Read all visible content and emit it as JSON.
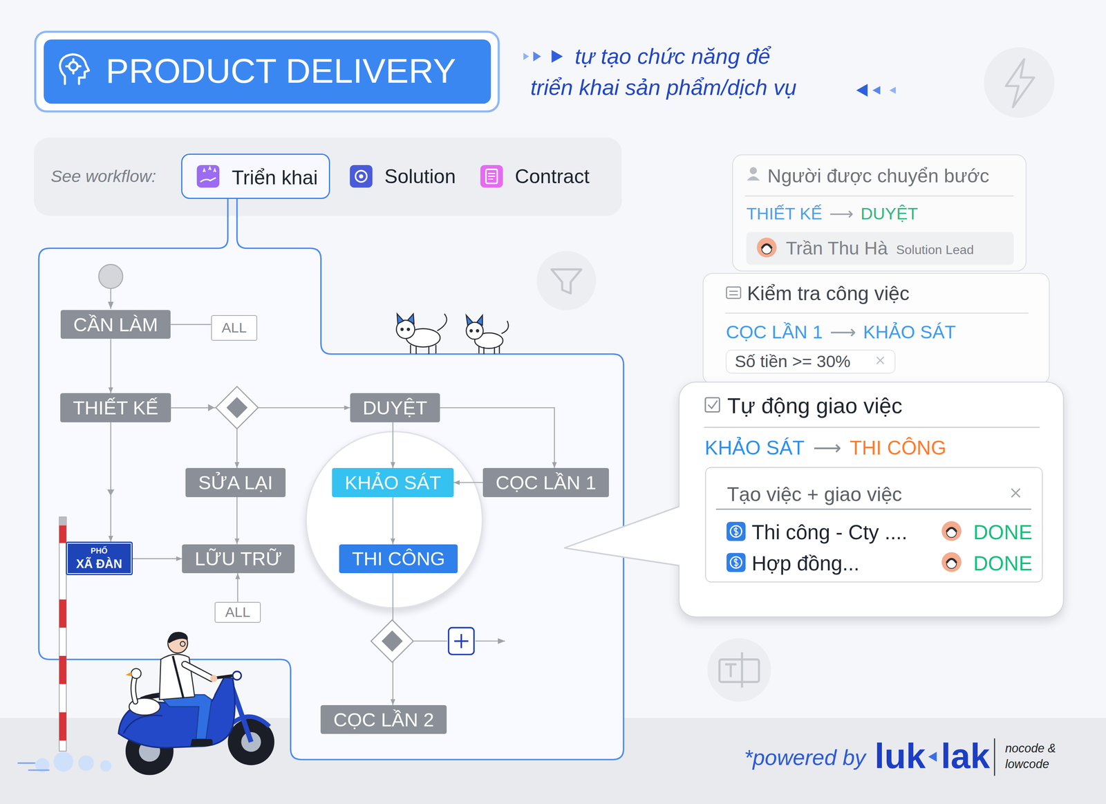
{
  "diagram": {
    "title": "PRODUCT DELIVERY",
    "nodes": [
      {
        "text": [
          "See workflow:"
        ]
      },
      {
        "text": [
          "Triển khai"
        ],
        "in": 0
      },
      {
        "text": [
          "Solution"
        ],
        "in": 0
      },
      {
        "text": [
          "Contract"
        ],
        "in": 0
      },
      {
        "text": [
          "Người được chuyển bước",
          "THIẾT KẾ",
          "⟶",
          "DUYỆT"
        ]
      },
      {
        "text": [
          "Trần Thu Hà",
          "Solution Lead"
        ],
        "in": 4
      },
      {
        "text": [
          "Kiểm tra công việc",
          "CỌC LẦN 1",
          "⟶",
          "KHẢO SÁT"
        ]
      },
      {
        "text": [
          "Số tiền >= 30%"
        ],
        "in": 6
      },
      {
        "text": [
          "CẦN LÀM"
        ]
      },
      {
        "text": [
          "ALL"
        ]
      },
      {
        "text": [
          "THIẾT KẾ"
        ]
      },
      {
        "text": [
          "DUYỆT"
        ]
      },
      {
        "text": [
          "Tự động giao việc",
          "KHẢO SÁT",
          "⟶",
          "THI CÔNG"
        ]
      },
      {
        "text": [
          "Tạo việc + giao việc",
          "Thi công - Cty ....",
          "DONE",
          "Hợp đồng...",
          "DONE"
        ],
        "in": 12
      },
      {
        "text": [
          "SỬA LẠI"
        ]
      },
      {
        "text": [
          "KHẢO SÁT"
        ]
      },
      {
        "text": [
          "CỌC LẦN 1"
        ]
      },
      {
        "text": [
          "PHỐ",
          "XÃ ĐÀN"
        ]
      },
      {
        "text": [
          "LỮU TRỮ"
        ]
      },
      {
        "text": [
          "THI CÔNG"
        ]
      },
      {
        "text": [
          "ALL"
        ]
      },
      {
        "text": [
          "CỌC LẦN 2"
        ]
      }
    ],
    "edges": [
      {
        "from": 8,
        "to": 10,
        "arrow": "to"
      },
      {
        "from": 8,
        "to": 9,
        "arrow": "none"
      },
      {
        "from": 10,
        "to": 11,
        "arrow": "to"
      },
      {
        "from": 10,
        "to": 14,
        "arrow": "to"
      },
      {
        "from": 10,
        "to": 17,
        "arrow": "to"
      },
      {
        "from": 14,
        "to": 18,
        "arrow": "to"
      },
      {
        "from": 17,
        "to": 18,
        "arrow": "to"
      },
      {
        "from": 20,
        "to": 18,
        "arrow": "to"
      },
      {
        "from": 11,
        "to": 15,
        "arrow": "to"
      },
      {
        "from": 11,
        "to": 16,
        "arrow": "to"
      },
      {
        "from": 16,
        "to": 15,
        "arrow": "to"
      },
      {
        "from": 15,
        "to": 19,
        "arrow": "to"
      },
      {
        "from": 19,
        "to": 21,
        "arrow": "to"
      }
    ],
    "labels": [
      "tự tạo chức năng để",
      "triển khai sản phẩm/dịch vụ",
      "*powered by",
      "luk",
      "lak",
      "nocode & lowcode"
    ]
  }
}
